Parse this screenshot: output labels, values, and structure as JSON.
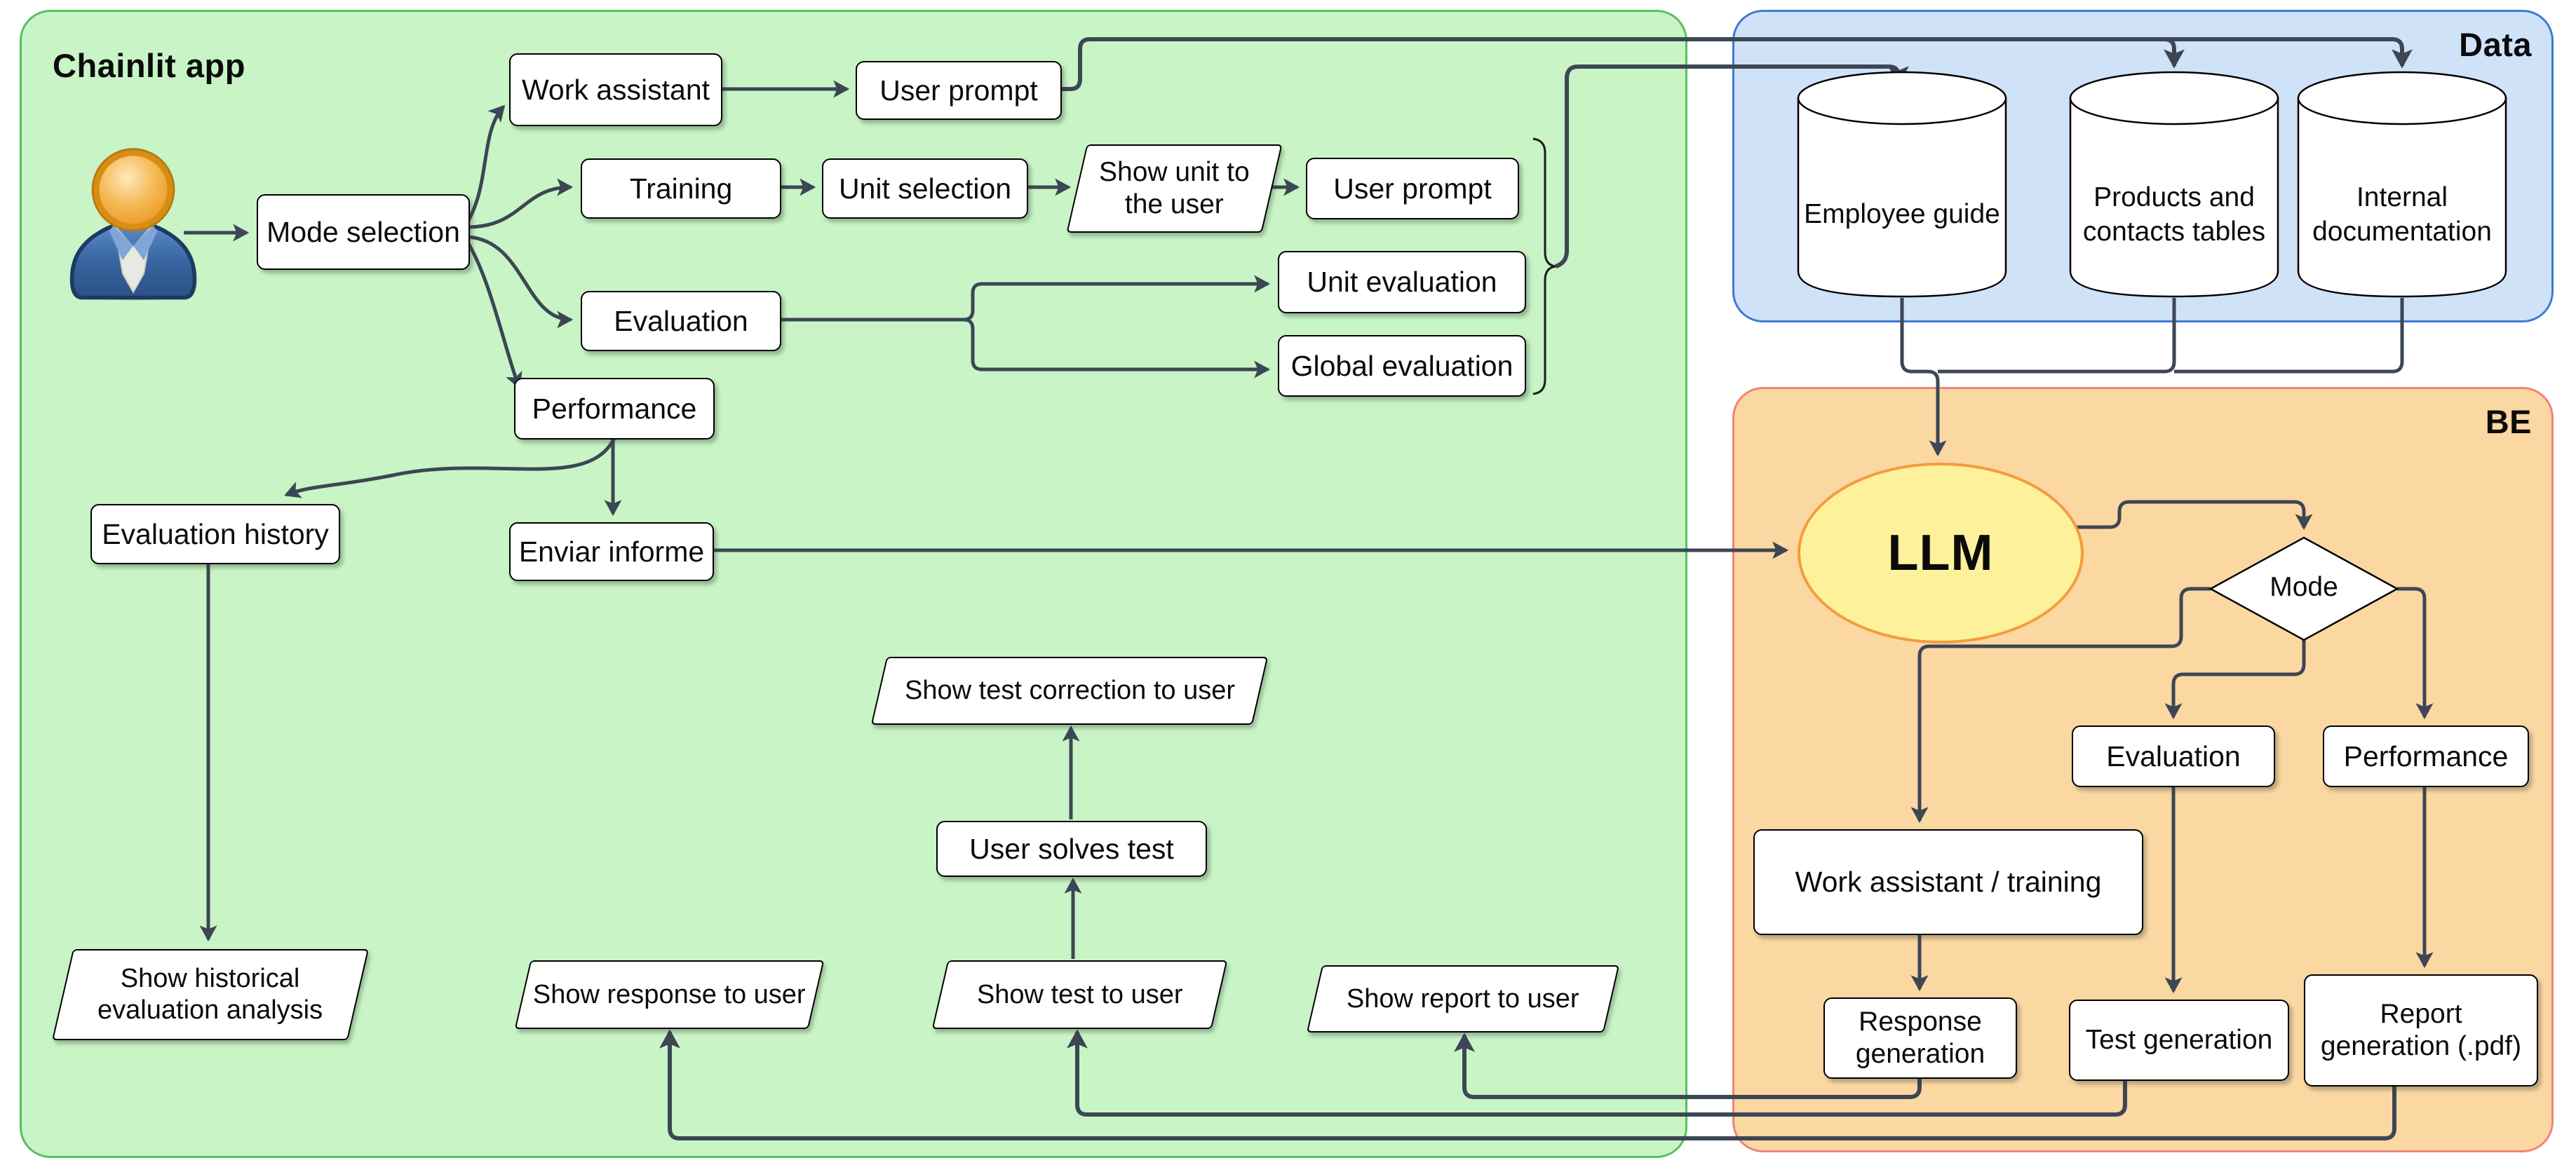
{
  "regions": {
    "chainlit": {
      "label": "Chainlit app"
    },
    "data": {
      "label": "Data"
    },
    "be": {
      "label": "BE"
    }
  },
  "nodes": {
    "mode_selection": {
      "label": "Mode selection"
    },
    "work_assistant": {
      "label": "Work assistant"
    },
    "user_prompt_1": {
      "label": "User prompt"
    },
    "training": {
      "label": "Training"
    },
    "unit_selection": {
      "label": "Unit selection"
    },
    "show_unit": {
      "label": "Show unit to\nthe user"
    },
    "user_prompt_2": {
      "label": "User prompt"
    },
    "evaluation": {
      "label": "Evaluation"
    },
    "unit_evaluation": {
      "label": "Unit evaluation"
    },
    "global_evaluation": {
      "label": "Global evaluation"
    },
    "performance": {
      "label": "Performance"
    },
    "evaluation_history": {
      "label": "Evaluation history"
    },
    "enviar_informe": {
      "label": "Enviar informe"
    },
    "show_test_correction": {
      "label": "Show test correction to user"
    },
    "user_solves_test": {
      "label": "User solves test"
    },
    "show_test": {
      "label": "Show test to user"
    },
    "show_response": {
      "label": "Show response to user"
    },
    "show_report": {
      "label": "Show report to user"
    },
    "show_historical": {
      "label": "Show historical\nevaluation analysis"
    },
    "employee_guide": {
      "label": "Employee guide"
    },
    "products_contacts": {
      "label": "Products and\ncontacts tables"
    },
    "internal_documentation": {
      "label": "Internal\ndocumentation"
    },
    "llm": {
      "label": "LLM"
    },
    "mode": {
      "label": "Mode"
    },
    "be_evaluation": {
      "label": "Evaluation"
    },
    "be_performance": {
      "label": "Performance"
    },
    "work_assistant_training": {
      "label": "Work assistant / training"
    },
    "response_generation": {
      "label": "Response\ngeneration"
    },
    "test_generation": {
      "label": "Test generation"
    },
    "report_generation": {
      "label": "Report\ngeneration (.pdf)"
    }
  },
  "icons": {
    "user": "user-person-icon"
  },
  "colors": {
    "chainlit_fill": "#c8f4c6",
    "chainlit_border": "#56c15e",
    "data_fill": "#cfe2f8",
    "data_border": "#3f7ad6",
    "be_fill": "#fbd7a2",
    "be_border": "#ed8577",
    "llm_fill": "#fdf29b",
    "llm_border": "#f59b3d",
    "wire": "#3d4654",
    "node_fill": "#ffffff",
    "node_border": "#000000"
  }
}
